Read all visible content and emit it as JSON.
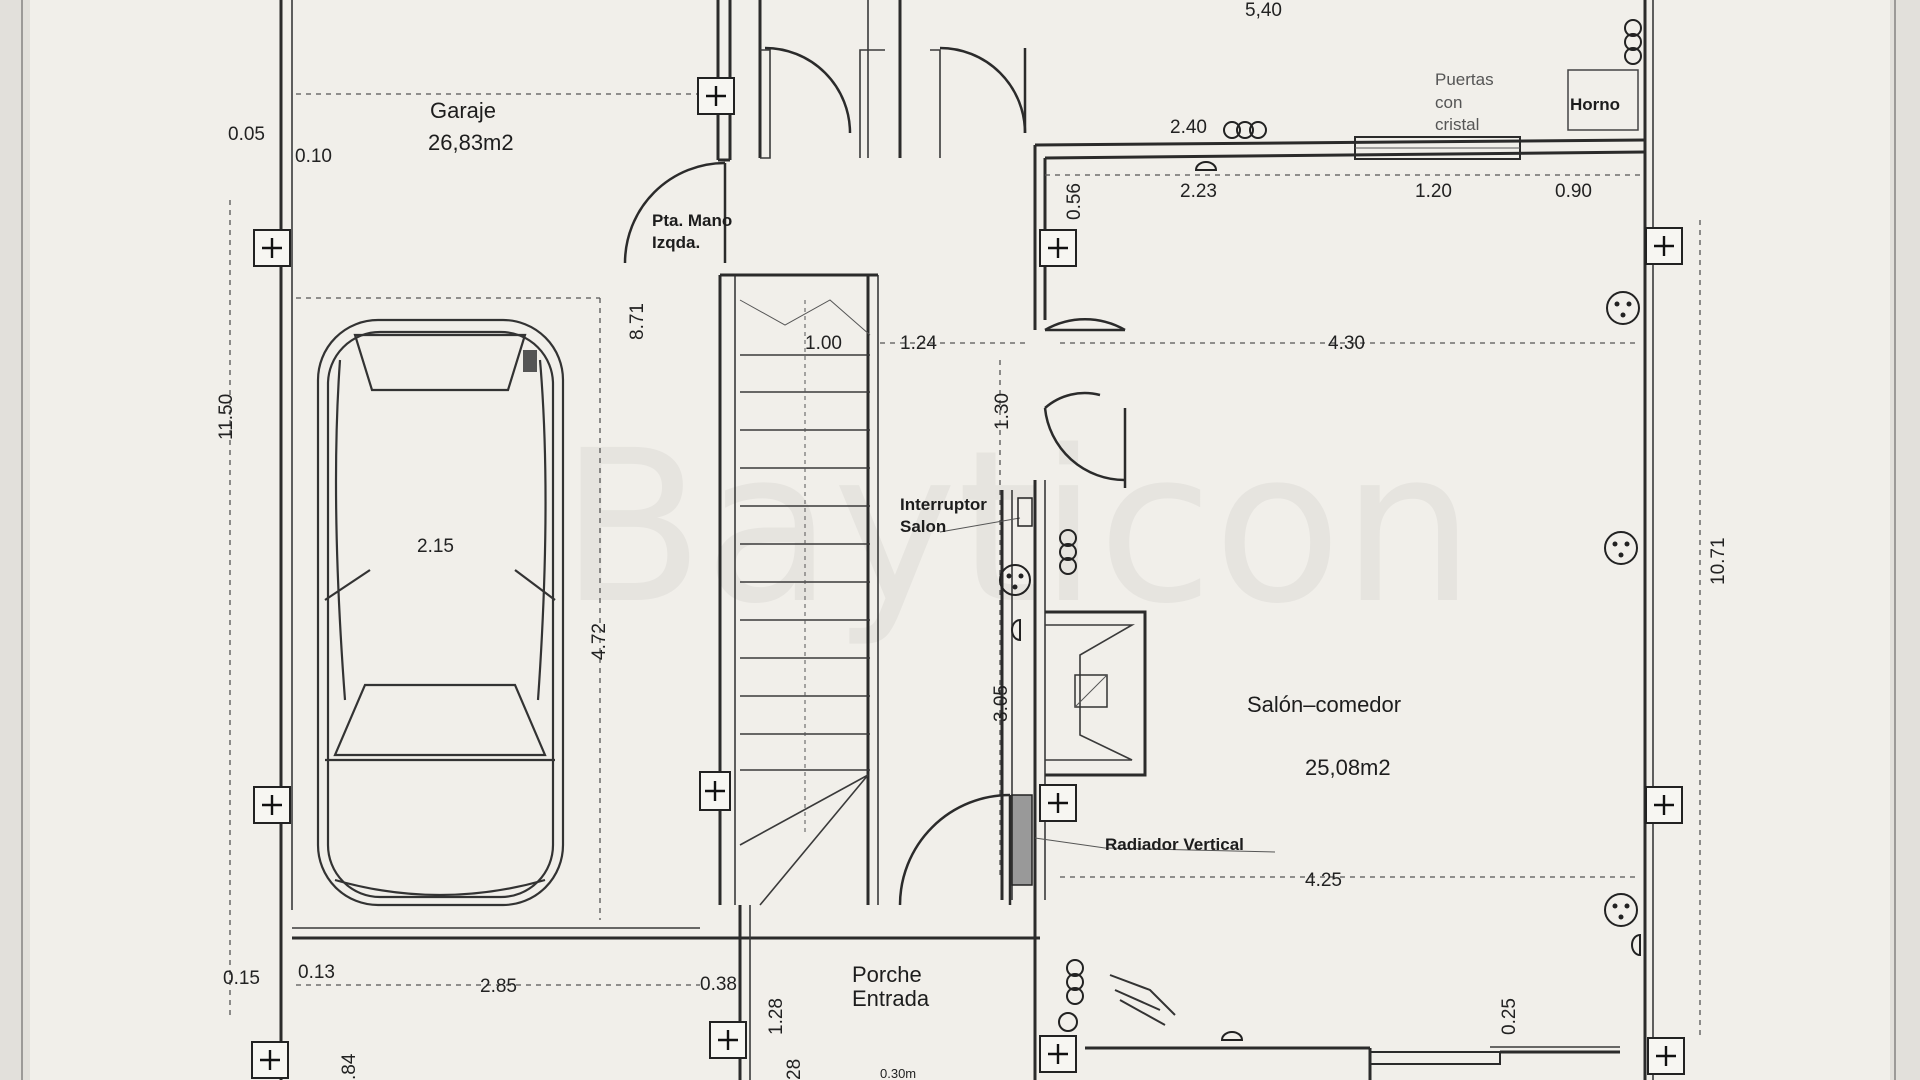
{
  "rooms": {
    "garage": {
      "name": "Garaje",
      "area": "26,83m2"
    },
    "living": {
      "name": "Salón–comedor",
      "area": "25,08m2"
    },
    "porch": {
      "line1": "Porche",
      "line2": "Entrada"
    }
  },
  "notes": {
    "door_left_1": "Pta. Mano",
    "door_left_2": "Izqda.",
    "switch_1": "Interruptor",
    "switch_2": "Salon",
    "radiator": "Radiador Vertical",
    "glass_doors_1": "Puertas",
    "glass_doors_2": "con",
    "glass_doors_3": "cristal",
    "oven": "Horno"
  },
  "dimensions": {
    "top_540": "5,40",
    "d_005": "0.05",
    "d_010": "0.10",
    "d_240": "2.40",
    "d_223": "2.23",
    "d_120": "1.20",
    "d_090": "0.90",
    "d_056": "0.56",
    "d_871": "8.71",
    "d_1150": "11.50",
    "d_100": "1.00",
    "d_124": "1.24",
    "d_430": "4.30",
    "d_130": "1.30",
    "d_215": "2.15",
    "d_472": "4.72",
    "d_1071": "10.71",
    "d_305": "3.05",
    "d_425": "4.25",
    "d_015": "0.15",
    "d_013": "0.13",
    "d_285": "2.85",
    "d_038": "0.38",
    "d_128": "1.28",
    "d_025": "0.25",
    "d_84": ".84",
    "d_28": "28",
    "d_030": "0.30m"
  },
  "watermark": "Bayticon"
}
